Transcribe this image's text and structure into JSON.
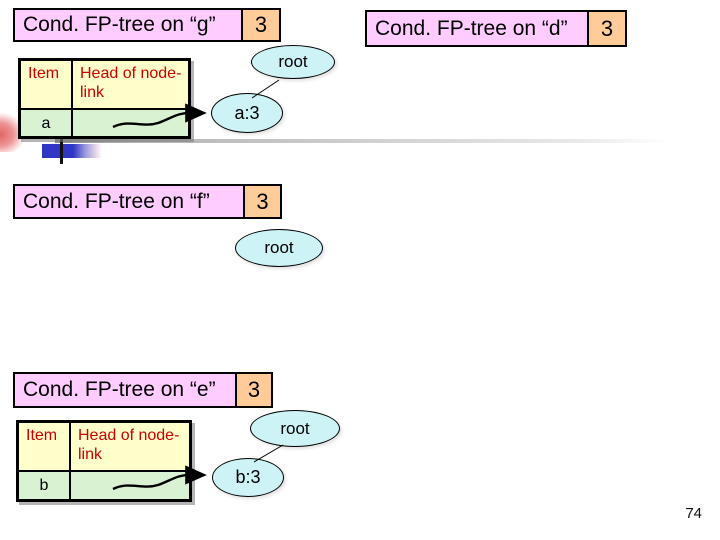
{
  "slide": {
    "page_number": "74",
    "colors": {
      "title_pink": "#ffccff",
      "count_orange": "#ffcc99",
      "table_header_yellow": "#ffffcc",
      "table_row_green": "#d9f2d2",
      "node_cyan": "#cdf3f6",
      "header_text_red": "#cc0000",
      "deco_blue": "#3136c4"
    },
    "sections": {
      "g": {
        "title": "Cond. FP-tree on “g”",
        "count": "3",
        "table": {
          "columns": [
            "Item",
            "Head of node-link"
          ],
          "rows": [
            [
              "a"
            ]
          ]
        },
        "tree": {
          "root": "root",
          "node": "a:3"
        }
      },
      "d": {
        "title": "Cond. FP-tree on “d”",
        "count": "3"
      },
      "f": {
        "title": "Cond. FP-tree on “f”",
        "count": "3",
        "tree": {
          "root": "root"
        }
      },
      "e": {
        "title": "Cond. FP-tree on “e”",
        "count": "3",
        "table": {
          "columns": [
            "Item",
            "Head of node-link"
          ],
          "rows": [
            [
              "b"
            ]
          ]
        },
        "tree": {
          "root": "root",
          "node": "b:3"
        }
      }
    }
  }
}
